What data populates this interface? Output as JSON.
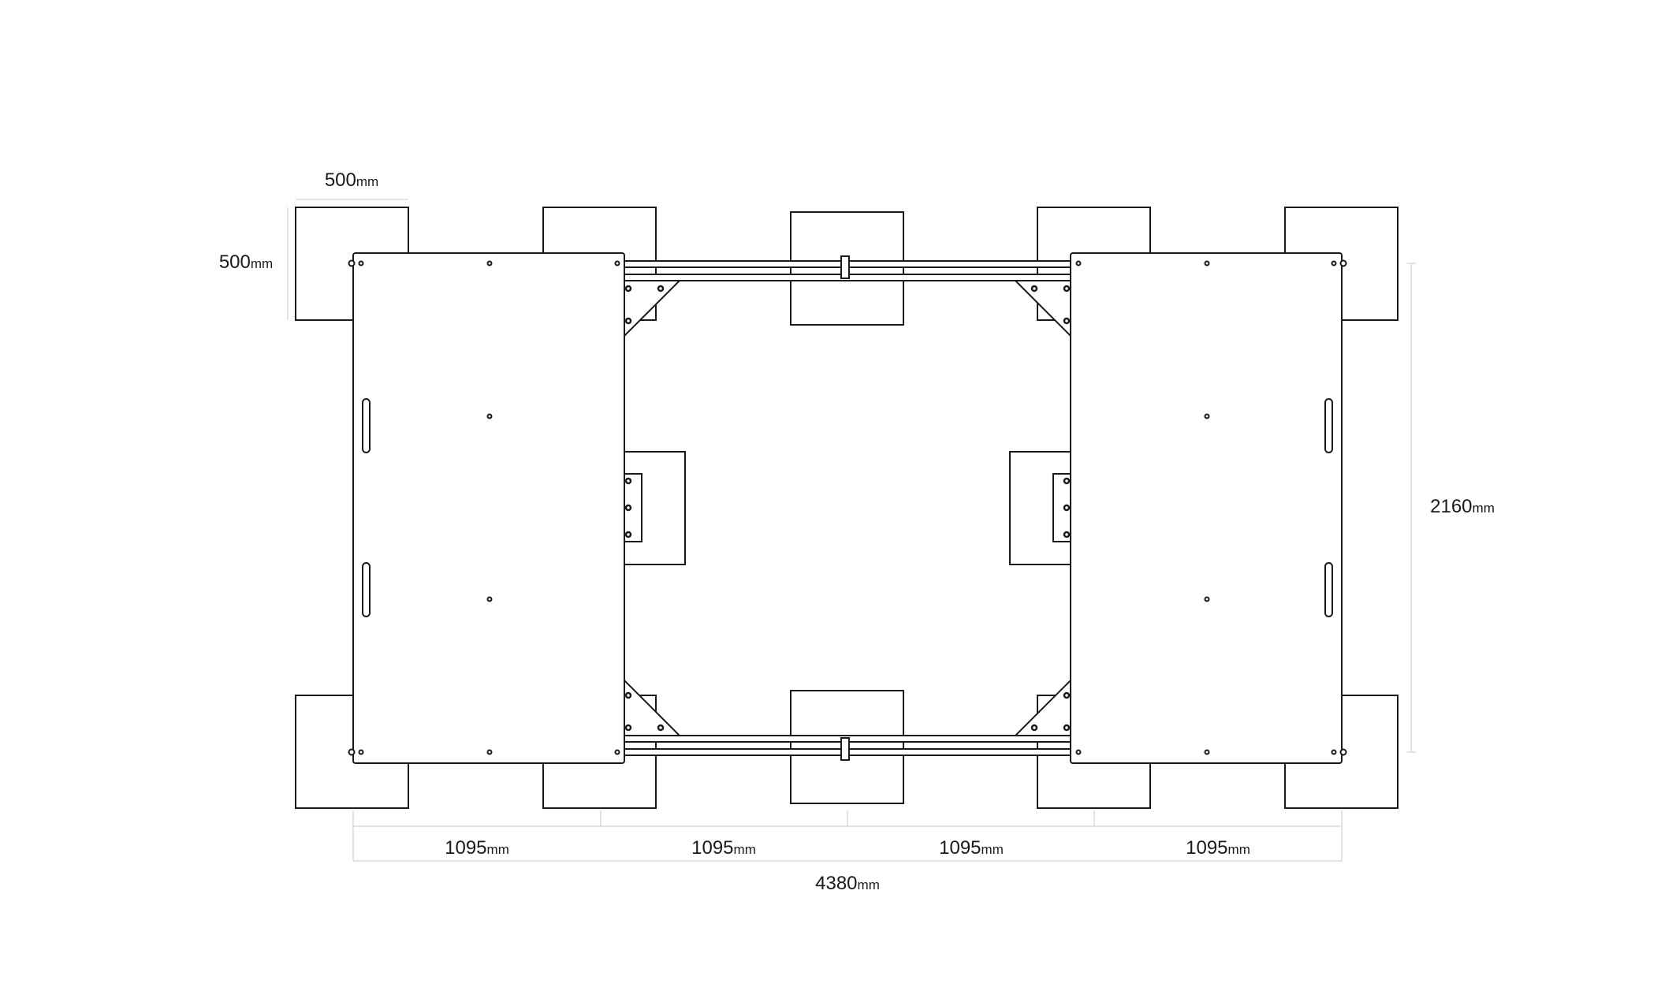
{
  "diagram": {
    "labels": {
      "block_width": {
        "value": "500",
        "unit": "mm"
      },
      "block_depth": {
        "value": "500",
        "unit": "mm"
      },
      "overall_depth": {
        "value": "2160",
        "unit": "mm"
      },
      "segments": [
        {
          "value": "1095",
          "unit": "mm"
        },
        {
          "value": "1095",
          "unit": "mm"
        },
        {
          "value": "1095",
          "unit": "mm"
        },
        {
          "value": "1095",
          "unit": "mm"
        }
      ],
      "overall_length": {
        "value": "4380",
        "unit": "mm"
      }
    },
    "colors": {
      "line": "#1a1a1a",
      "dimension_line": "#c8c8c8",
      "background": "#ffffff"
    }
  }
}
